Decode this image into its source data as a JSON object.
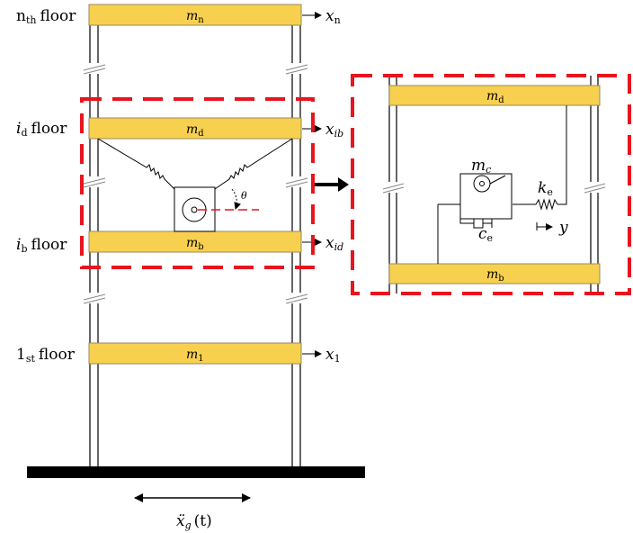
{
  "floors": {
    "nth": {
      "prefix": "n",
      "sub": "th",
      "word": "floor",
      "mass": "m",
      "mass_sub": "n",
      "disp": "x",
      "disp_sub": "n"
    },
    "id": {
      "prefix": "i",
      "sub": "d",
      "word": "floor",
      "mass": "m",
      "mass_sub": "d",
      "disp": "x",
      "disp_sub": "ib"
    },
    "ib": {
      "prefix": "i",
      "sub": "b",
      "word": "floor",
      "mass": "m",
      "mass_sub": "b",
      "disp": "x",
      "disp_sub": "id"
    },
    "first": {
      "prefix": "1",
      "sub": "st",
      "word": "floor",
      "mass": "m",
      "mass_sub": "1",
      "disp": "x",
      "disp_sub": "1"
    }
  },
  "device": {
    "angle": "θ",
    "mass": "m",
    "mass_sub": "c",
    "stiffness": "k",
    "stiffness_sub": "e",
    "damping": "c",
    "damping_sub": "e",
    "disp": "y",
    "top_mass": "m",
    "top_mass_sub": "d",
    "bottom_mass": "m",
    "bottom_mass_sub": "b"
  },
  "ground": {
    "accel": "ẍ",
    "accel_sub": "g",
    "accel_arg": "(t)"
  },
  "colors": {
    "slab": "#F8D04F",
    "highlight": "#E8141E"
  }
}
